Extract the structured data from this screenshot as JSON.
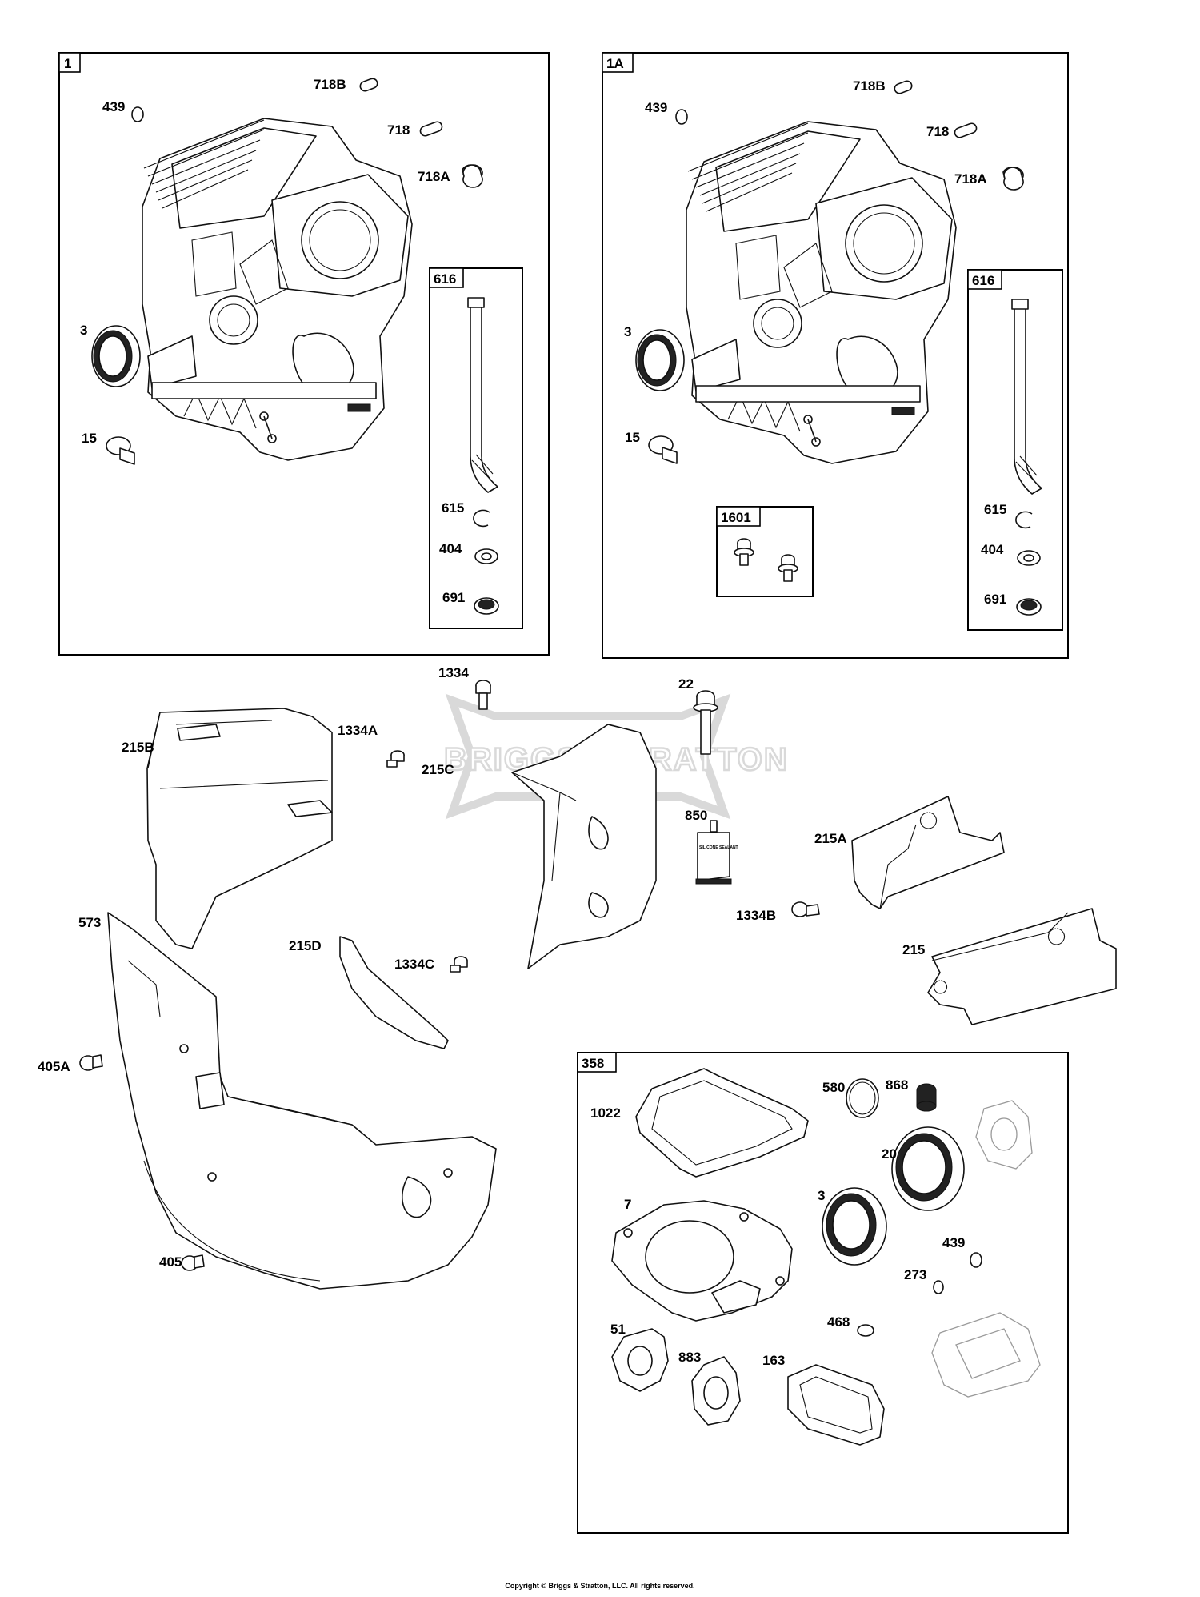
{
  "watermark": {
    "text": "BRIGGS&STRATTON"
  },
  "footer": {
    "copyright": "Copyright © Briggs & Stratton, LLC. All rights reserved."
  },
  "groups": {
    "g1": "1",
    "g1a": "1A",
    "g616a": "616",
    "g616b": "616",
    "g1601": "1601",
    "g358": "358"
  },
  "callouts": {
    "c1_718b": "718B",
    "c1_439": "439",
    "c1_718": "718",
    "c1_718a": "718A",
    "c1_3": "3",
    "c1_15": "15",
    "c1_615": "615",
    "c1_404": "404",
    "c1_691": "691",
    "c2_718b": "718B",
    "c2_439": "439",
    "c2_718": "718",
    "c2_718a": "718A",
    "c2_3": "3",
    "c2_15": "15",
    "c2_615": "615",
    "c2_404": "404",
    "c2_691": "691",
    "c_1334": "1334",
    "c_22": "22",
    "c_215b": "215B",
    "c_1334a": "1334A",
    "c_215c": "215C",
    "c_850": "850",
    "c_215a": "215A",
    "c_1334b": "1334B",
    "c_573": "573",
    "c_215d": "215D",
    "c_1334c": "1334C",
    "c_215": "215",
    "c_405a": "405A",
    "c_405": "405",
    "c_1022": "1022",
    "c_580": "580",
    "c_868": "868",
    "c_20": "20",
    "c_7": "7",
    "c_3b": "3",
    "c_439b": "439",
    "c_273": "273",
    "c_468": "468",
    "c_51": "51",
    "c_883": "883",
    "c_163": "163"
  },
  "sealant_label": "SILICONE SEALANT"
}
